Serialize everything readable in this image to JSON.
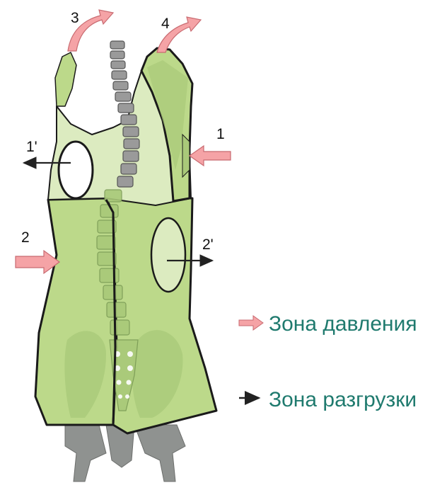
{
  "diagram": {
    "markers": {
      "m1": "1",
      "m1p": "1'",
      "m2": "2",
      "m2p": "2'",
      "m3": "3",
      "m4": "4"
    },
    "legend": [
      {
        "icon": "pressure-arrow-icon",
        "label": "Зона давления"
      },
      {
        "icon": "relief-arrow-icon",
        "label": "Зона разгрузки"
      }
    ]
  },
  "colors": {
    "corset_fill": "#bcd98a",
    "corset_light": "#dcebc0",
    "corset_dark": "#a9c979",
    "outline": "#1a1a1a",
    "vertebra": "#9a9a9a",
    "pressure_arrow": "#f5a3a6",
    "relief_arrow": "#222222",
    "legend_text": "#1f7a6e"
  }
}
